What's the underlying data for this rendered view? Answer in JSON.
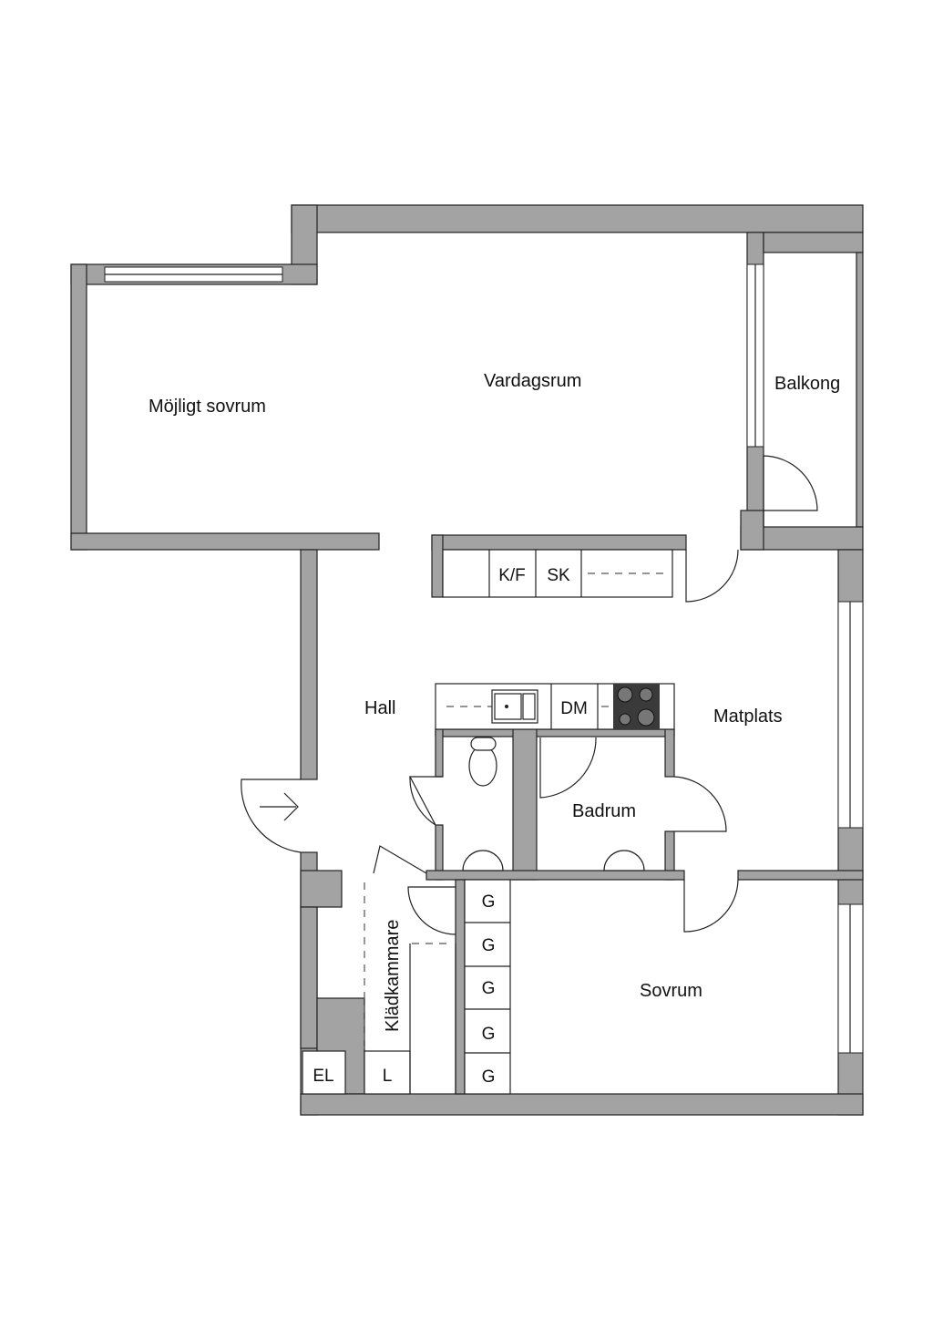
{
  "rooms": {
    "mojligt_sovrum": "Möjligt sovrum",
    "vardagsrum": "Vardagsrum",
    "balkong": "Balkong",
    "hall": "Hall",
    "matplats": "Matplats",
    "badrum": "Badrum",
    "sovrum": "Sovrum",
    "kladkammare": "Klädkammare"
  },
  "fixtures": {
    "fridge_freezer": "K/F",
    "cabinet": "SK",
    "dishwasher": "DM",
    "electrical": "EL",
    "linen": "L",
    "wardrobes": [
      "G",
      "G",
      "G",
      "G",
      "G"
    ]
  },
  "colors": {
    "wall": "#a3a3a3",
    "line": "#222222",
    "stove": "#3a3a3a"
  }
}
